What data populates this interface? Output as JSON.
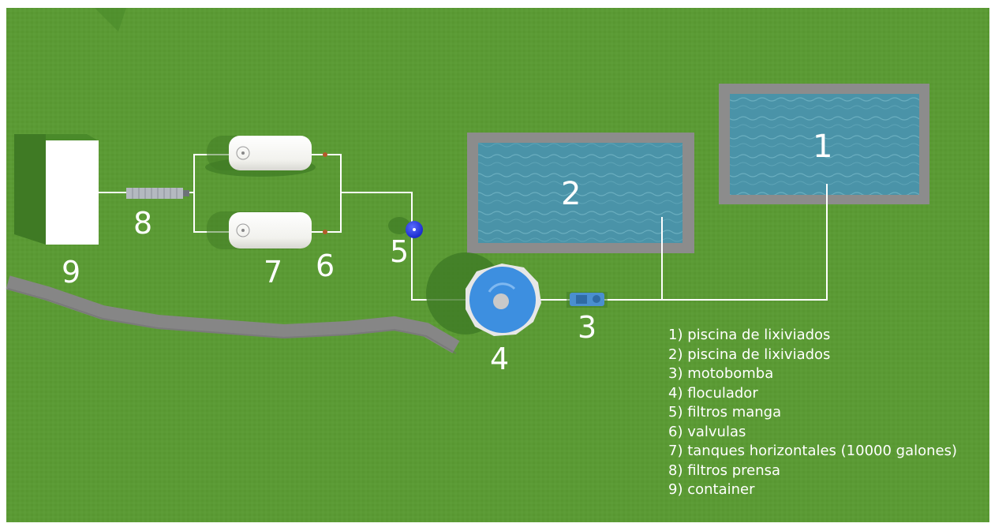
{
  "labels": {
    "n1": "1",
    "n2": "2",
    "n3": "3",
    "n4": "4",
    "n5": "5",
    "n6": "6",
    "n7": "7",
    "n8": "8",
    "n9": "9"
  },
  "legend": [
    "1) piscina de lixiviados",
    "2) piscina de lixiviados",
    "3) motobomba",
    "4) floculador",
    "5) filtros manga",
    "6) valvulas",
    "7) tanques horizontales (10000 galones)",
    "8) filtros prensa",
    "9) container"
  ],
  "colors": {
    "grass": "#5b9a35",
    "pool_border": "#8c8c8c",
    "water": "#4a93a8",
    "pipe": "#ffffff",
    "flocculator": "#3d8fe0",
    "filter_bag": "#1a2fd8",
    "pump": "#4a8fd0"
  }
}
